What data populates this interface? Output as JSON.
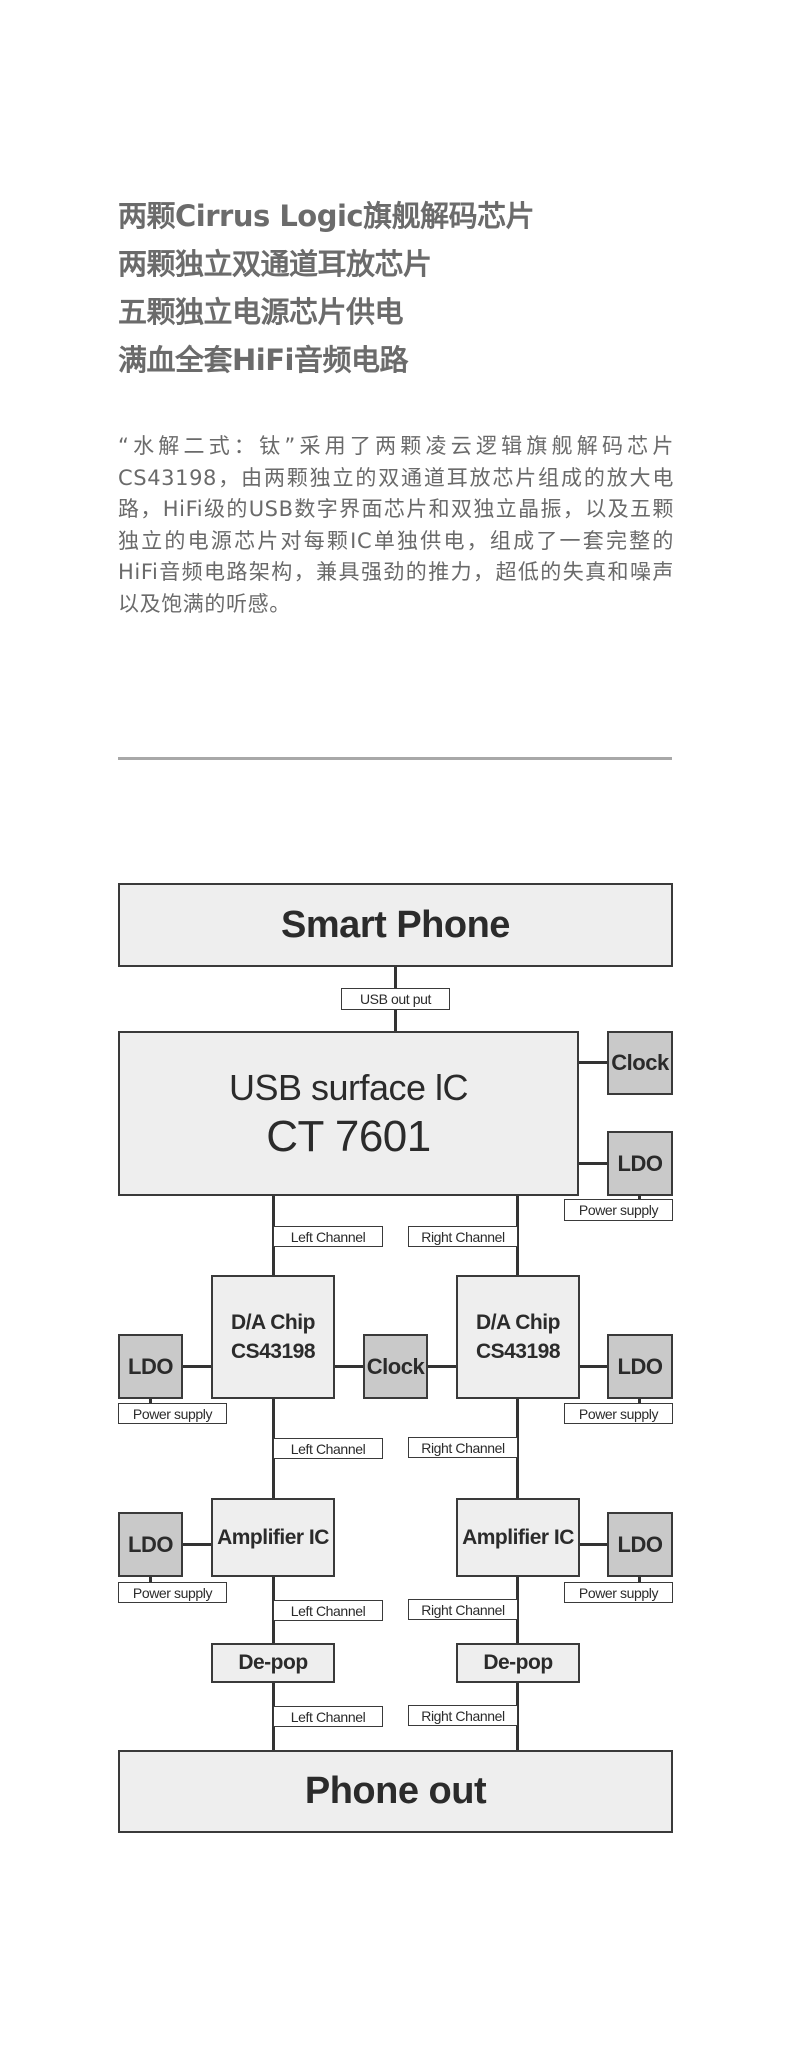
{
  "headline": {
    "lines": [
      "两颗Cirrus Logic旗舰解码芯片",
      "两颗独立双通道耳放芯片",
      "五颗独立电源芯片供电",
      "满血全套HiFi音频电路"
    ]
  },
  "description": "“水解二式：钛”采用了两颗凌云逻辑旗舰解码芯片CS43198，由两颗独立的双通道耳放芯片组成的放大电路，HiFi级的USB数字界面芯片和双独立晶振，以及五颗独立的电源芯片对每颗IC单独供电，组成了一套完整的HiFi音频电路架构，兼具强劲的推力，超低的失真和噪声以及饱满的听感。",
  "diagram": {
    "colors": {
      "box_fill": "#eeeeee",
      "aux_fill": "#c9c9c9",
      "stroke": "#3a3a3a"
    },
    "smart_phone": "Smart Phone",
    "usb_output_label": "USB out put",
    "usb_ic": {
      "line1": "USB surface lC",
      "line2": "CT 7601"
    },
    "top_clock": "Clock",
    "top_ldo": "LDO",
    "power_supply": "Power supply",
    "left_channel": "Left Channel",
    "right_channel": "Right Channel",
    "dac": {
      "line1": "D/A Chip",
      "line2": "CS43198"
    },
    "mid_clock": "Clock",
    "ldo": "LDO",
    "amplifier": "Amplifier IC",
    "depop": "De-pop",
    "phone_out": "Phone out"
  }
}
